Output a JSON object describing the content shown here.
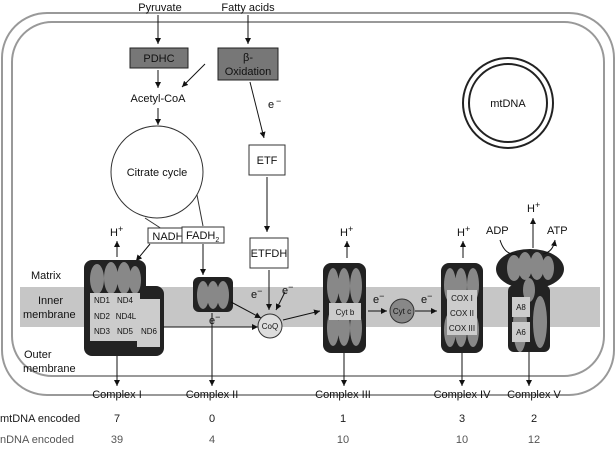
{
  "inputs": {
    "pyruvate": "Pyruvate",
    "fatty_acids": "Fatty acids"
  },
  "pathway": {
    "pdhc": "PDHC",
    "beta_ox_1": "β-",
    "beta_ox_2": "Oxidation",
    "acetyl_coa": "Acetyl-CoA",
    "citrate_cycle": "Citrate cycle",
    "etf": "ETF",
    "etfdh": "ETFDH",
    "nadh": "NADH",
    "fadh2": "FADH",
    "fadh2_sub": "2",
    "mtdna": "mtDNA",
    "electron": "e",
    "proton": "H"
  },
  "membrane_labels": {
    "matrix": "Matrix",
    "inner_1": "Inner",
    "inner_2": "membrane",
    "outer_1": "Outer",
    "outer_2": "membrane"
  },
  "subunits": {
    "complex1": [
      "ND1",
      "ND4",
      "ND2",
      "ND4L",
      "ND3",
      "ND5",
      "ND6"
    ],
    "complex3": "Cyt b",
    "cytc": "Cyt c",
    "complex4": [
      "COX I",
      "COX II",
      "COX III"
    ],
    "complex5": [
      "A8",
      "A6"
    ],
    "coq": "CoQ",
    "adp": "ADP",
    "atp": "ATP"
  },
  "complexes": [
    "Complex I",
    "Complex II",
    "Complex III",
    "Complex IV",
    "Complex V"
  ],
  "table": {
    "mt_label": "mtDNA encoded",
    "n_label": "nDNA encoded",
    "mt_values": [
      "7",
      "0",
      "1",
      "3",
      "2"
    ],
    "n_values": [
      "39",
      "4",
      "10",
      "10",
      "12"
    ]
  }
}
